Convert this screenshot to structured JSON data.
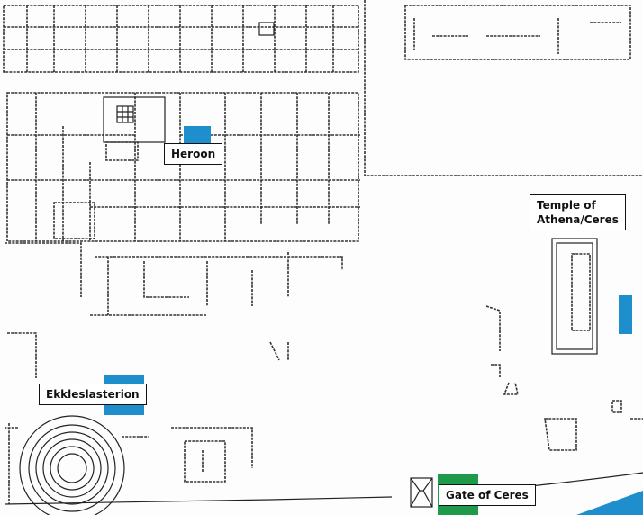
{
  "sites": [
    {
      "id": "heroon",
      "label": "Heroon",
      "marker_color": "#1e8fcc"
    },
    {
      "id": "temple",
      "label_line1": "Temple of",
      "label_line2": "Athena/Ceres",
      "marker_color": "#1e8fcc"
    },
    {
      "id": "ekklesiasterion",
      "label": "Ekkleslasterion",
      "marker_color": "#1e8fcc"
    },
    {
      "id": "gate",
      "label": "Gate of Ceres",
      "marker_color": "#1f9a4a"
    }
  ],
  "colors": {
    "water": "#1e8fcc",
    "walls": "#333333"
  }
}
